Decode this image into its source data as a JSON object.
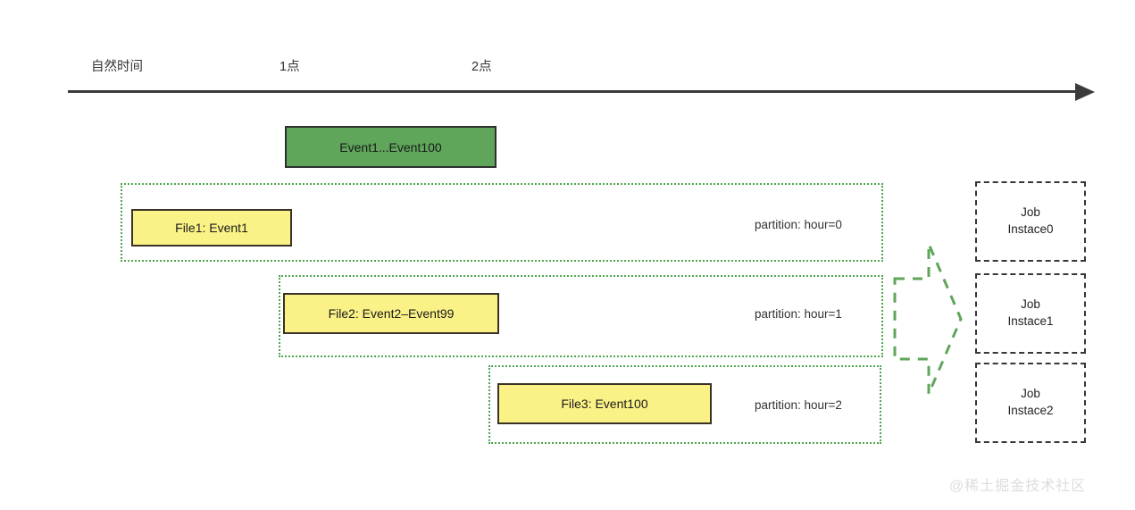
{
  "diagram": {
    "timeline": {
      "labels": [
        {
          "text": "自然时间"
        },
        {
          "text": "1点"
        },
        {
          "text": "2点"
        }
      ],
      "arrow_icon": "right-arrow-icon"
    },
    "event_box": {
      "label": "Event1...Event100",
      "color": "#5fa55a",
      "border_color": "#2f2f2f"
    },
    "partitions": [
      {
        "partition_label": "partition: hour=0",
        "file_label": "File1: Event1",
        "border_color": "#4ca64c",
        "file_color": "#fbf287"
      },
      {
        "partition_label": "partition: hour=1",
        "file_label": "File2: Event2–Event99",
        "border_color": "#4ca64c",
        "file_color": "#fbf287"
      },
      {
        "partition_label": "partition: hour=2",
        "file_label": "File3: Event100",
        "border_color": "#4ca64c",
        "file_color": "#fbf287"
      }
    ],
    "flow_arrow": {
      "icon": "block-arrow-right-icon",
      "color": "#5fa55a"
    },
    "jobs": [
      {
        "line1": "Job",
        "line2": "Instace0"
      },
      {
        "line1": "Job",
        "line2": "Instace1"
      },
      {
        "line1": "Job",
        "line2": "Instace2"
      }
    ],
    "watermark": "@稀土掘金技术社区"
  }
}
